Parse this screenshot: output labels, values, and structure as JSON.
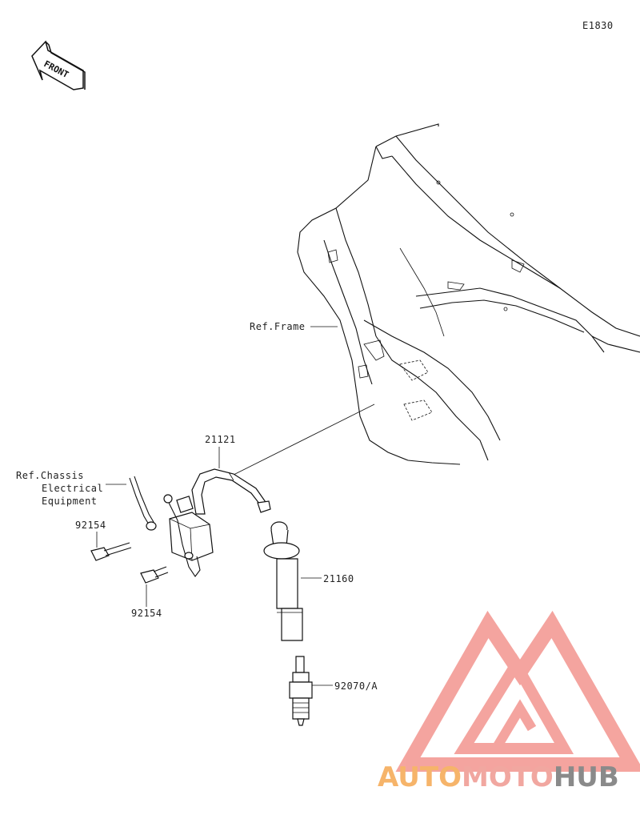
{
  "diagram_code": "E1830",
  "front_label": "FRONT",
  "labels": {
    "ref_frame": "Ref.Frame",
    "ref_chassis_1": "Ref.Chassis",
    "ref_chassis_2": "Electrical",
    "ref_chassis_3": "Equipment",
    "part_21121": "21121",
    "part_92154_a": "92154",
    "part_92154_b": "92154",
    "part_21160": "21160",
    "part_92070": "92070/A"
  },
  "watermark": {
    "part1": "AUTO",
    "part2": "MOTO",
    "part3": "HUB",
    "colors": {
      "auto": "#F6B46A",
      "moto": "#F1A7A0",
      "hub": "#8A8A8A",
      "logo": "#F4A09A"
    }
  }
}
